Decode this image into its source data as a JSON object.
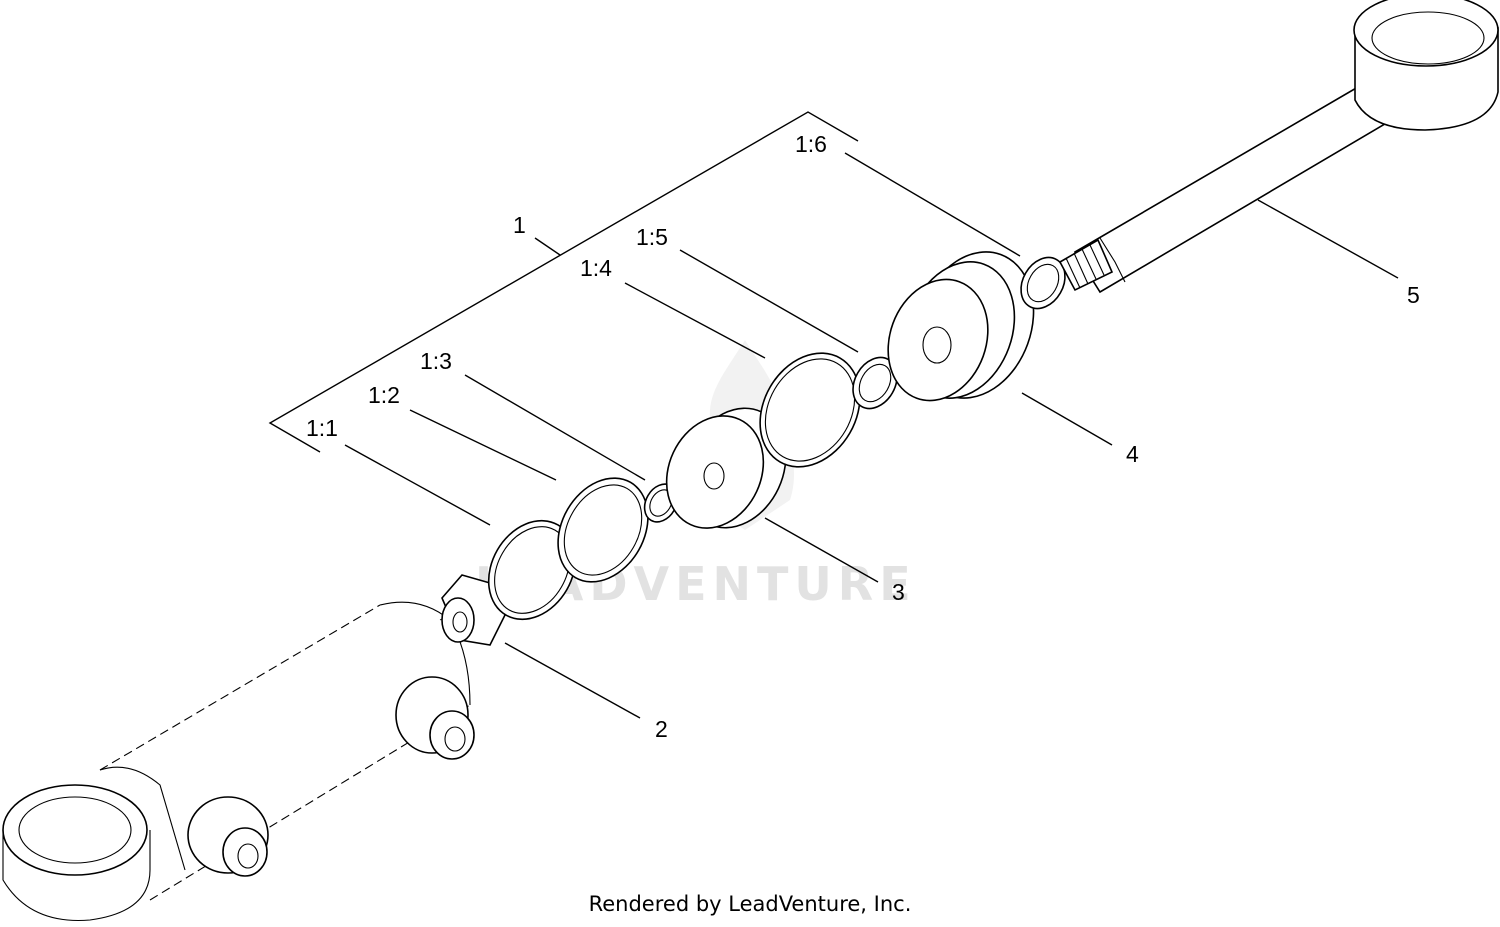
{
  "labels": {
    "assembly": "1",
    "p1_1": "1:1",
    "p1_2": "1:2",
    "p1_3": "1:3",
    "p1_4": "1:4",
    "p1_5": "1:5",
    "p1_6": "1:6",
    "p2": "2",
    "p3": "3",
    "p4": "4",
    "p5": "5"
  },
  "watermark": "LEADVENTURE",
  "credit": "Rendered by LeadVenture, Inc."
}
